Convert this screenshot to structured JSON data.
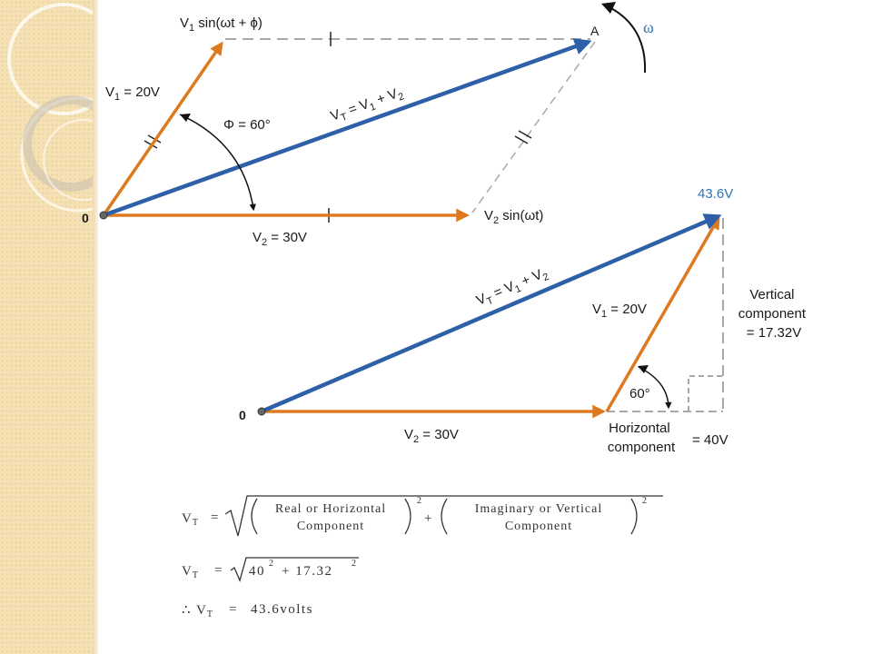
{
  "colors": {
    "blue": "#2e60a8",
    "orange": "#dd7a1f",
    "accent_label": "#2e74b5",
    "dash": "#a8a8a8",
    "text": "#1a1a1a",
    "formula": "#333333",
    "sidebar": "#f5e1b4"
  },
  "diagram_top": {
    "origin_label": "0",
    "point_a": "A",
    "omega": "ω",
    "v1_sin_pre": "V",
    "v1_sin_sub": "1",
    "v1_sin_post": " sin(ωt + ϕ)",
    "v1_pre": "V",
    "v1_sub": "1",
    "v1_post": " = 20V",
    "phi_label": "Φ = 60°",
    "vt_a": "V",
    "vt_a_sub": "T",
    "vt_b": " = V",
    "vt_b_sub": "1",
    "vt_c": " + V",
    "vt_c_sub": "2",
    "v2_pre": "V",
    "v2_sub": "2",
    "v2_post": " = 30V",
    "v2_sin_pre": "V",
    "v2_sin_sub": "2",
    "v2_sin_post": " sin(ωt)"
  },
  "diagram_bottom": {
    "origin_label": "0",
    "result_value": "43.6V",
    "vt_a": "V",
    "vt_a_sub": "T",
    "vt_b": " = V",
    "vt_b_sub": "1",
    "vt_c": " + V",
    "vt_c_sub": "2",
    "v1_pre": "V",
    "v1_sub": "1",
    "v1_post": " = 20V",
    "angle": "60°",
    "v2_pre": "V",
    "v2_sub": "2",
    "v2_post": " = 30V",
    "vertical_line1": "Vertical",
    "vertical_line2": "component",
    "vertical_line3": "= 17.32V",
    "horizontal_line1": "Horizontal",
    "horizontal_line2": "component",
    "horizontal_value": "= 40V"
  },
  "formulas": {
    "f1_lhs": "V",
    "f1_lhs_sub": "T",
    "f1_eq": "=",
    "f1_term1_line1": "Real or Horizontal",
    "f1_term1_line2": "Component",
    "f1_exp1": "2",
    "f1_plus": "+",
    "f1_term2_line1": "Imaginary or Vertical",
    "f1_term2_line2": "Component",
    "f1_exp2": "2",
    "f2_lhs": "V",
    "f2_lhs_sub": "T",
    "f2_eq": "=",
    "f2_a": "40",
    "f2_exp_a": "2",
    "f2_plus": "+ 17.32",
    "f2_exp_b": "2",
    "f3_therefore": "∴",
    "f3_lhs": "V",
    "f3_lhs_sub": "T",
    "f3_eq": "=",
    "f3_rhs": "43.6volts"
  }
}
